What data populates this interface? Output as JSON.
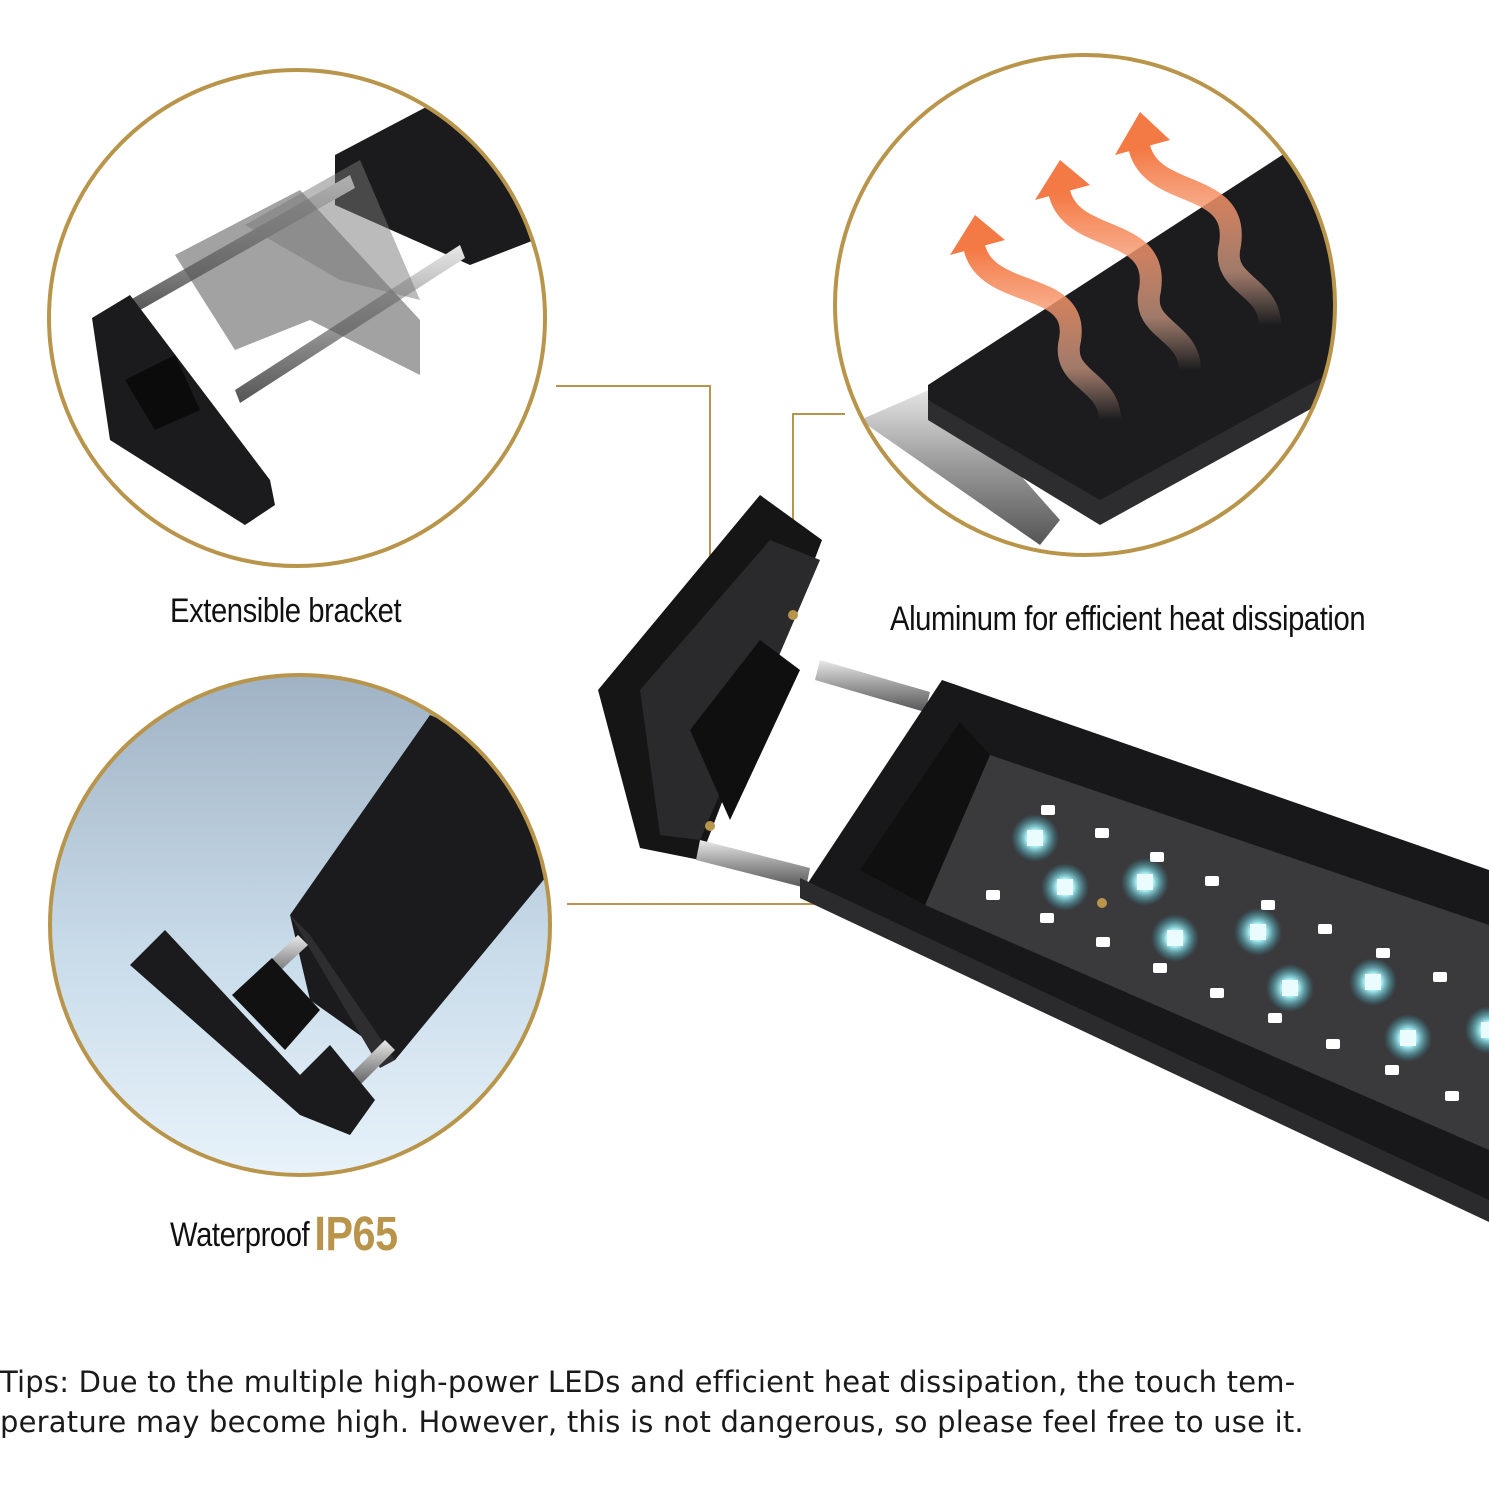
{
  "colors": {
    "gold": "#b8954a",
    "body": "#1c1c1e",
    "led_white": "#ffffff",
    "led_cyan": "#6fe3ef",
    "heat": "#f47a45"
  },
  "captions": {
    "bracket": "Extensible bracket",
    "aluminum": "Aluminum for efficient heat dissipation",
    "waterproof_prefix": "Waterproof",
    "waterproof_rating": "IP65"
  },
  "tips": {
    "line1": "Tips: Due to the multiple high-power LEDs and efficient heat dissipation, the touch tem-",
    "line2": "perature may become high. However, this is not dangerous, so please feel free to use it."
  },
  "icons": [
    "heat-arrow-icon",
    "led-icon"
  ]
}
